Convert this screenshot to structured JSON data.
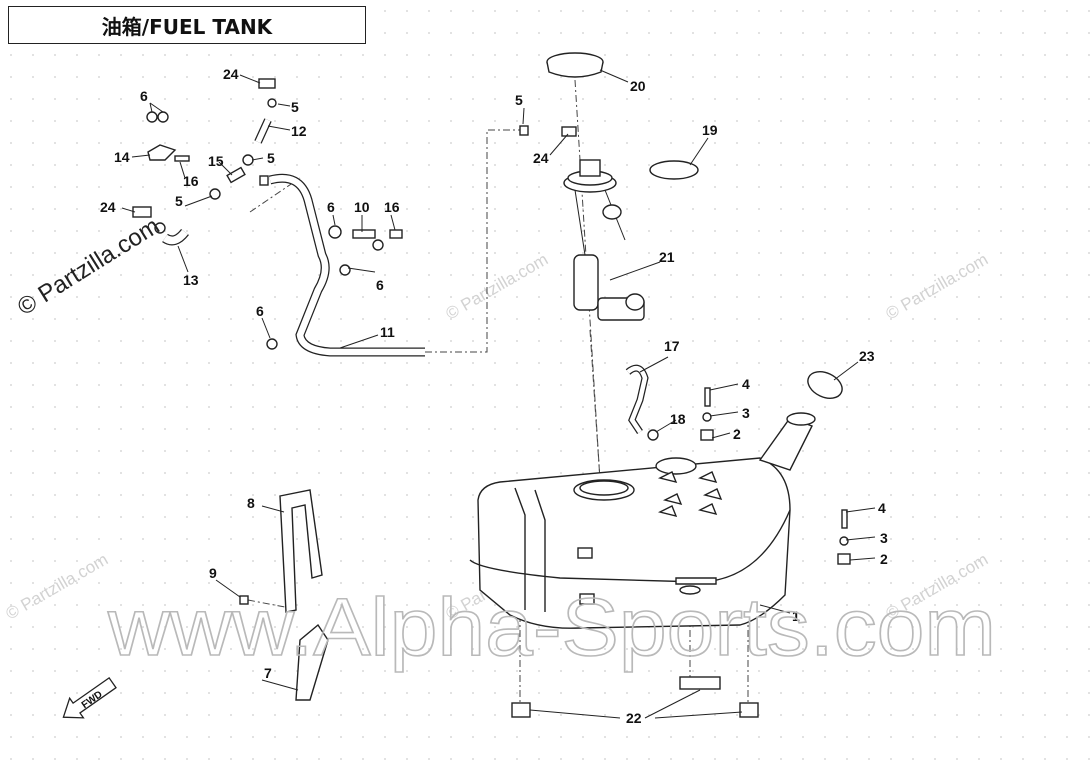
{
  "title": "油箱/FUEL TANK",
  "watermark_main": "www.Alpha-Sports.com",
  "watermark_side": "© Partzilla.com",
  "watermark_tiles": "© Partzilla.com",
  "fwd_label": "FWD",
  "callouts": {
    "c1": "1",
    "c2a": "2",
    "c2b": "2",
    "c3a": "3",
    "c3b": "3",
    "c4a": "4",
    "c4b": "4",
    "c5a": "5",
    "c5b": "5",
    "c5c": "5",
    "c5d": "5",
    "c6a": "6",
    "c6b": "6",
    "c6c": "6",
    "c6d": "6",
    "c7": "7",
    "c8": "8",
    "c9": "9",
    "c10": "10",
    "c11": "11",
    "c12": "12",
    "c13": "13",
    "c14": "14",
    "c15": "15",
    "c16a": "16",
    "c16b": "16",
    "c17": "17",
    "c18": "18",
    "c19": "19",
    "c20": "20",
    "c21": "21",
    "c22": "22",
    "c23": "23",
    "c24a": "24",
    "c24b": "24",
    "c24c": "24"
  }
}
